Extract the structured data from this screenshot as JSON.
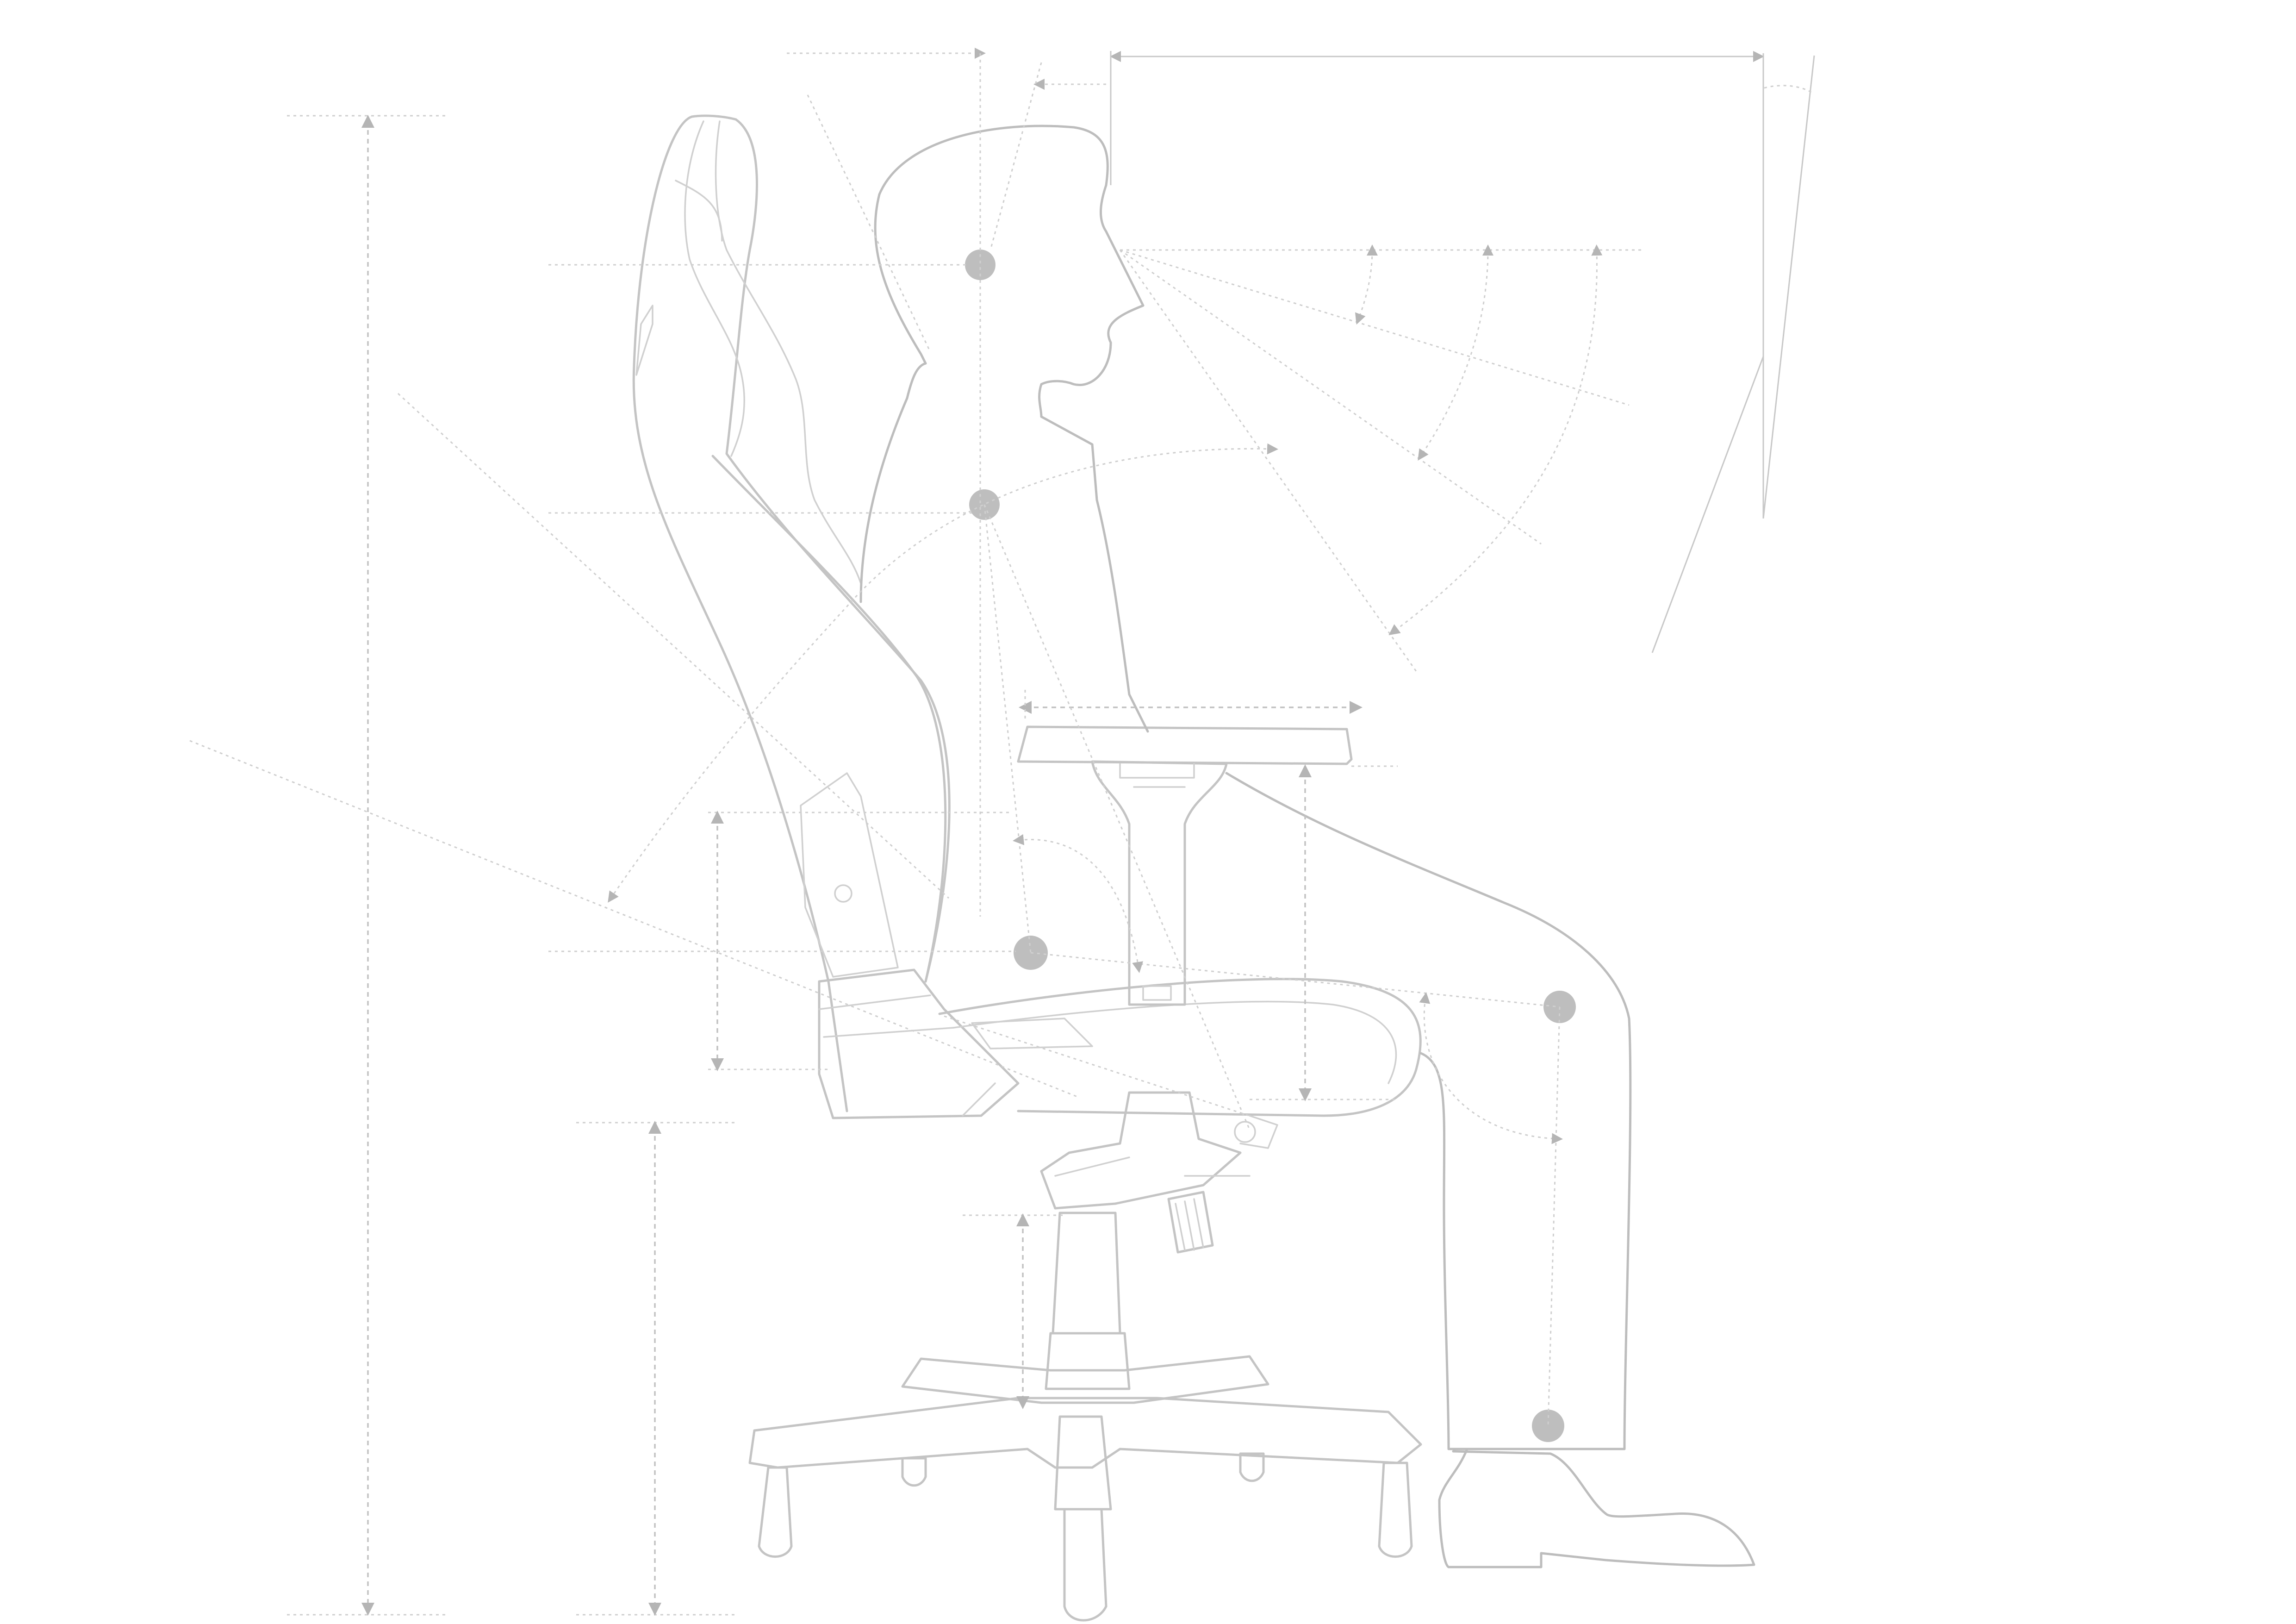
{
  "figure": {
    "description_text": "",
    "colors": {
      "line": "#c4c4c4",
      "joint": "#bebebe",
      "background": "#ffffff"
    }
  },
  "joints": [
    {
      "name": "ear"
    },
    {
      "name": "shoulder"
    },
    {
      "name": "hip"
    },
    {
      "name": "knee"
    },
    {
      "name": "ankle"
    }
  ]
}
